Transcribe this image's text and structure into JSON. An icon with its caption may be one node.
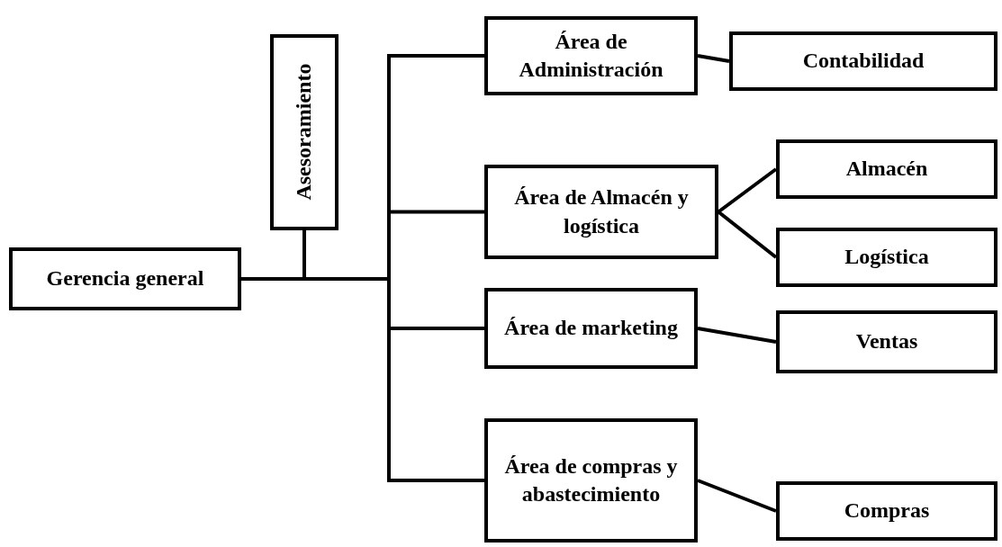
{
  "diagram": {
    "nodes": [
      {
        "text": [
          "Gerencia general"
        ]
      },
      {
        "text": [
          "Asesoramiento"
        ]
      },
      {
        "text": [
          "Área de Administración"
        ]
      },
      {
        "text": [
          "Contabilidad"
        ]
      },
      {
        "text": [
          "Área de Almacén y logística"
        ]
      },
      {
        "text": [
          "Almacén"
        ]
      },
      {
        "text": [
          "Logística"
        ]
      },
      {
        "text": [
          "Área de marketing"
        ]
      },
      {
        "text": [
          "Ventas"
        ]
      },
      {
        "text": [
          "Área de compras y abastecimiento"
        ]
      },
      {
        "text": [
          "Compras"
        ]
      }
    ],
    "edges": [
      {
        "from": 0,
        "to": 1,
        "arrow": "none"
      },
      {
        "from": 0,
        "to": 2,
        "arrow": "none"
      },
      {
        "from": 0,
        "to": 4,
        "arrow": "none"
      },
      {
        "from": 0,
        "to": 7,
        "arrow": "none"
      },
      {
        "from": 0,
        "to": 9,
        "arrow": "none"
      },
      {
        "from": 2,
        "to": 3,
        "arrow": "none"
      },
      {
        "from": 4,
        "to": 5,
        "arrow": "none"
      },
      {
        "from": 4,
        "to": 6,
        "arrow": "none"
      },
      {
        "from": 7,
        "to": 8,
        "arrow": "none"
      },
      {
        "from": 9,
        "to": 10,
        "arrow": "none"
      }
    ]
  }
}
